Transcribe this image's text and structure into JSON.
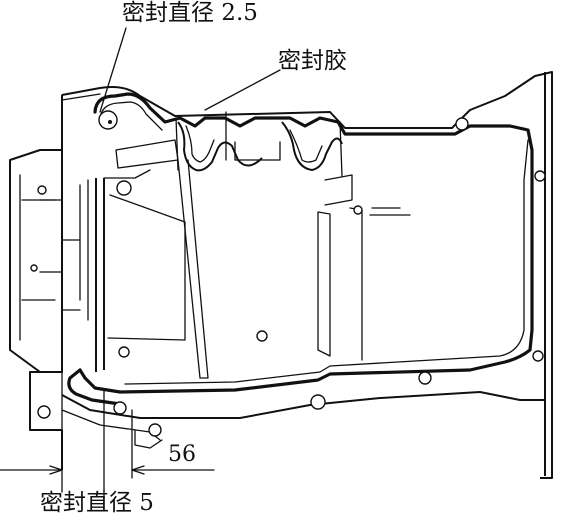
{
  "labels": {
    "seal_top": "密封直径 2.5",
    "sealant": "密封胶",
    "seal_bottom": "密封直径 5",
    "dimension": "56"
  }
}
